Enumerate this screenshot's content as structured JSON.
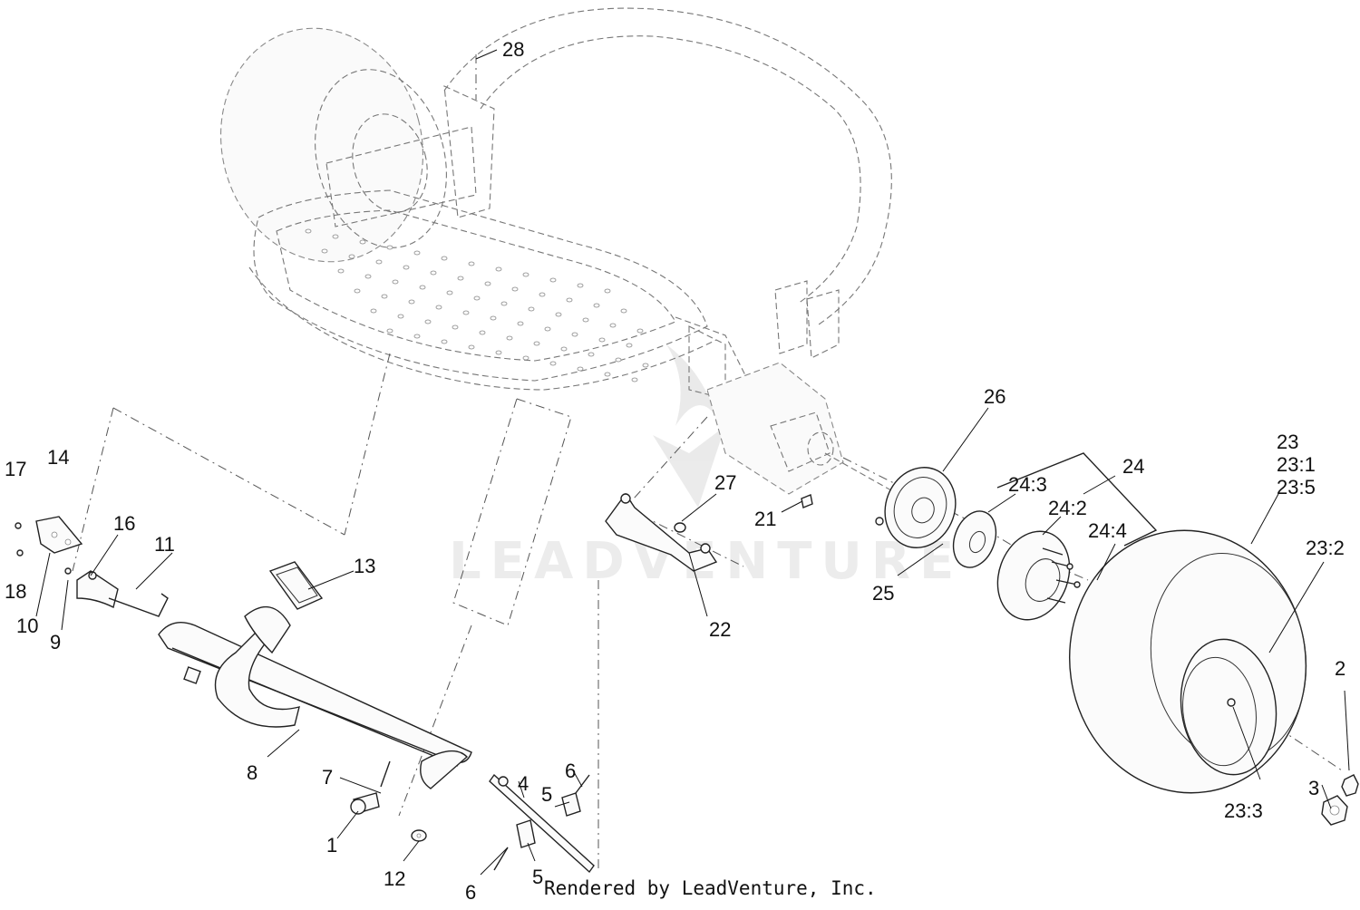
{
  "diagram": {
    "callouts": [
      {
        "id": "28",
        "label": "28"
      },
      {
        "id": "26",
        "label": "26"
      },
      {
        "id": "24",
        "label": "24"
      },
      {
        "id": "24-3",
        "label": "24:3"
      },
      {
        "id": "24-2",
        "label": "24:2"
      },
      {
        "id": "24-4",
        "label": "24:4"
      },
      {
        "id": "23",
        "label": "23"
      },
      {
        "id": "23-1",
        "label": "23:1"
      },
      {
        "id": "23-5",
        "label": "23:5"
      },
      {
        "id": "23-2",
        "label": "23:2"
      },
      {
        "id": "23-3",
        "label": "23:3"
      },
      {
        "id": "27",
        "label": "27"
      },
      {
        "id": "21",
        "label": "21"
      },
      {
        "id": "25",
        "label": "25"
      },
      {
        "id": "22",
        "label": "22"
      },
      {
        "id": "17",
        "label": "17"
      },
      {
        "id": "14",
        "label": "14"
      },
      {
        "id": "16",
        "label": "16"
      },
      {
        "id": "11",
        "label": "11"
      },
      {
        "id": "18",
        "label": "18"
      },
      {
        "id": "10",
        "label": "10"
      },
      {
        "id": "9",
        "label": "9"
      },
      {
        "id": "13",
        "label": "13"
      },
      {
        "id": "8",
        "label": "8"
      },
      {
        "id": "7",
        "label": "7"
      },
      {
        "id": "1",
        "label": "1"
      },
      {
        "id": "12",
        "label": "12"
      },
      {
        "id": "4",
        "label": "4"
      },
      {
        "id": "5a",
        "label": "5"
      },
      {
        "id": "6a",
        "label": "6"
      },
      {
        "id": "6b",
        "label": "6"
      },
      {
        "id": "5b",
        "label": "5"
      },
      {
        "id": "2",
        "label": "2"
      },
      {
        "id": "3",
        "label": "3"
      }
    ],
    "watermark": "LEADVENTURE",
    "credit": "Rendered by LeadVenture, Inc."
  }
}
